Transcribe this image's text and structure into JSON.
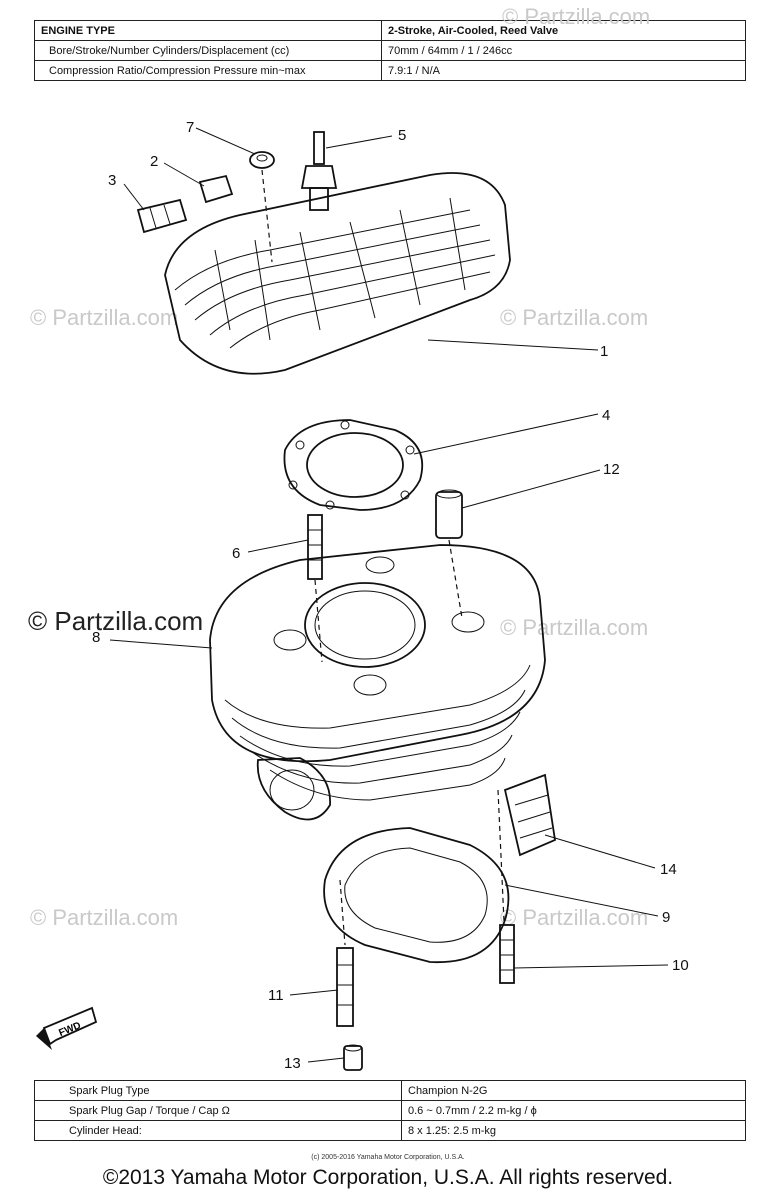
{
  "top_table": {
    "rows": [
      {
        "label": "ENGINE TYPE",
        "value": "2-Stroke, Air-Cooled, Reed Valve"
      },
      {
        "label": "Bore/Stroke/Number Cylinders/Displacement (cc)",
        "value": "70mm / 64mm / 1 / 246cc"
      },
      {
        "label": "Compression Ratio/Compression Pressure min~max",
        "value": "7.9:1 / N/A"
      }
    ]
  },
  "callouts": {
    "c1": "1",
    "c2": "2",
    "c3": "3",
    "c4": "4",
    "c5": "5",
    "c6": "6",
    "c7": "7",
    "c8": "8",
    "c9": "9",
    "c10": "10",
    "c11": "11",
    "c12": "12",
    "c13": "13",
    "c14": "14"
  },
  "fwd_label": "FWD",
  "watermark": "© Partzilla.com",
  "bottom_table": {
    "rows": [
      {
        "label": "Spark Plug Type",
        "value": "Champion N-2G"
      },
      {
        "label": "Spark Plug Gap / Torque / Cap Ω",
        "value": "0.6 ~ 0.7mm / 2.2 m-kg / ϕ"
      },
      {
        "label": "Cylinder Head:",
        "value": "8 x 1.25: 2.5 m-kg"
      }
    ]
  },
  "credit": "(c) 2005-2016 Yamaha Motor Corporation, U.S.A.",
  "copyright": "©2013 Yamaha Motor Corporation, U.S.A. All rights reserved."
}
